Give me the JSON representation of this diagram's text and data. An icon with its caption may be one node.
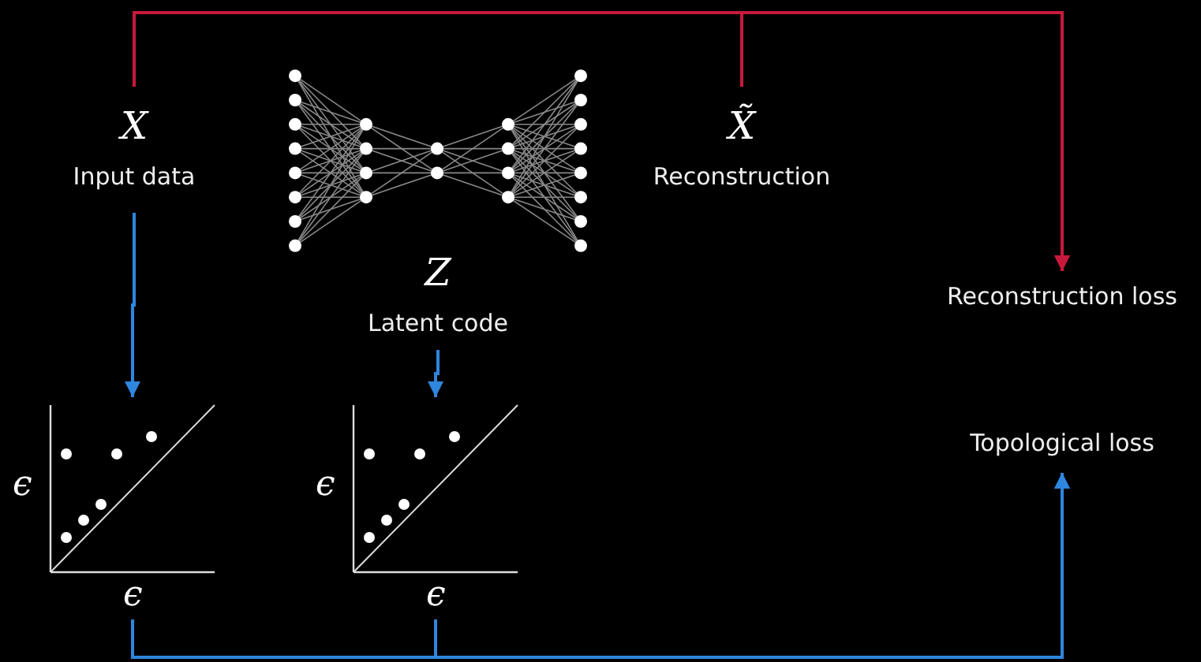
{
  "diagram": {
    "nodes": [
      {
        "text": [
          "X",
          "Input data"
        ]
      },
      {
        "text": [
          "Z",
          "Latent code"
        ]
      },
      {
        "text": [
          "X̃",
          "Reconstruction"
        ]
      },
      {
        "text": [
          "Reconstruction loss"
        ]
      },
      {
        "text": [
          "Topological loss"
        ]
      },
      {
        "text": [],
        "shape": "picture",
        "beside": [
          "ϵ",
          "ϵ"
        ]
      },
      {
        "text": [],
        "shape": "picture",
        "beside": [
          "ϵ",
          "ϵ"
        ]
      }
    ],
    "edges": [
      {
        "from": 0,
        "to": 3,
        "arrow": "to",
        "color": "#c8193c"
      },
      {
        "from": 2,
        "to": 3,
        "arrow": "to",
        "color": "#c8193c"
      },
      {
        "from": 0,
        "to": 5,
        "arrow": "to"
      },
      {
        "from": 1,
        "to": 6,
        "arrow": "to"
      },
      {
        "from": 5,
        "to": 4,
        "arrow": "to"
      },
      {
        "from": 6,
        "to": 4,
        "arrow": "to"
      }
    ]
  }
}
